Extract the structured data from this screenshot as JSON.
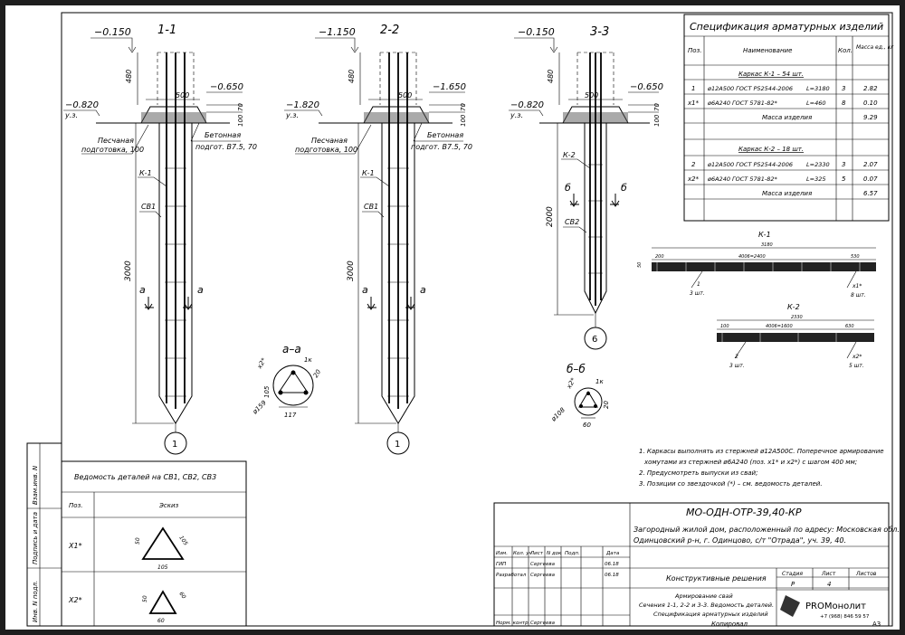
{
  "sections": [
    {
      "title": "1-1",
      "top": "−0.150",
      "ground": "−0.820",
      "ground_sub": "у.з.",
      "right": "−0.650",
      "cap_width": "500",
      "upper": "480",
      "dim_70": "70",
      "dim_100": "100",
      "main": "3000",
      "frame_label": "К-1",
      "pile_label": "СВ1",
      "cut": "а",
      "marker": "1",
      "label_left1": "Песчаная",
      "label_left2": "подготовка, 100",
      "label_right1": "Бетонная",
      "label_right2": "подгот. В7.5, 70"
    },
    {
      "title": "2-2",
      "top": "−1.150",
      "ground": "−1.820",
      "ground_sub": "у.з.",
      "right": "−1.650",
      "cap_width": "500",
      "upper": "480",
      "dim_70": "70",
      "dim_100": "100",
      "main": "3000",
      "frame_label": "К-1",
      "pile_label": "СВ1",
      "cut": "а",
      "marker": "1",
      "label_left1": "Песчаная",
      "label_left2": "подготовка, 100",
      "label_right1": "Бетонная",
      "label_right2": "подгот. В7.5, 70"
    },
    {
      "title": "3-3",
      "top": "−0.150",
      "ground": "−0.820",
      "ground_sub": "у.з.",
      "right": "−0.650",
      "cap_width": "500",
      "upper": "480",
      "dim_70": "70",
      "dim_100": "100",
      "main": "2000",
      "frame_label": "К-2",
      "pile_label": "СВ2",
      "cut": "б",
      "marker": "6"
    }
  ],
  "cross_sections": [
    {
      "title": "а–а",
      "d1": "х2*",
      "d2": "1к",
      "d3": "20",
      "d4": "105",
      "d5": "117",
      "d6": "ø159"
    },
    {
      "title": "б–б",
      "d1": "х2*",
      "d2": "1к",
      "d3": "20",
      "d4": "60",
      "d5": "ø108"
    }
  ],
  "spec": {
    "title": "Спецификация арматурных изделий",
    "headers": [
      "Поз.",
      "Наименование",
      "Кол.",
      "Масса ед., кг"
    ],
    "group1": "Каркас К-1 – 54 шт.",
    "rows1": [
      [
        "1",
        "ø12А500 ГОСТ Р52544-2006",
        "L=3180",
        "3",
        "2.82"
      ],
      [
        "х1*",
        "ø6А240 ГОСТ 5781-82*",
        "L=460",
        "8",
        "0.10"
      ]
    ],
    "mass_label": "Масса изделия",
    "mass1": "9.29",
    "group2": "Каркас К-2 – 18 шт.",
    "rows2": [
      [
        "2",
        "ø12А500 ГОСТ Р52544-2006",
        "L=2330",
        "3",
        "2.07"
      ],
      [
        "х2*",
        "ø6А240 ГОСТ 5781-82*",
        "L=325",
        "5",
        "0.07"
      ]
    ],
    "mass2": "6.57"
  },
  "frames": [
    {
      "title": "К-1",
      "total": "3180",
      "left": "200",
      "mid": "4006=2400",
      "right": "530",
      "tag_a": "1",
      "tag_a_sub": "3 шт.",
      "tag_b": "х1*",
      "tag_b_sub": "8 шт.",
      "side": "50"
    },
    {
      "title": "К-2",
      "total": "2330",
      "left": "100",
      "mid": "4006=1600",
      "right": "630",
      "tag_a": "2",
      "tag_a_sub": "3 шт.",
      "tag_b": "х2*",
      "tag_b_sub": "5 шт."
    }
  ],
  "notes": [
    "1. Каркасы выполнять из стержней ø12А500С. Поперечное армирование",
    "хомутами из стержней ø6А240 (поз. х1* и х2*) с шагом 400 мм;",
    "2. Предусмотреть выпуски из свай;",
    "3. Позиции со звездочкой (*) – см. ведомость деталей."
  ],
  "details": {
    "title": "Ведомость деталей на СВ1, СВ2, СВ3",
    "col_pos": "Поз.",
    "col_sketch": "Эскиз",
    "rows": [
      {
        "pos": "Х1*",
        "a": "50",
        "b": "105",
        "c": "105"
      },
      {
        "pos": "Х2*",
        "a": "50",
        "b": "60",
        "c": "60"
      }
    ]
  },
  "side_stamp": [
    "Взам.инв. N",
    "Подпись и дата",
    "Инв. N подл."
  ],
  "title_block": {
    "code": "МО-ОДН-ОТР-39,40-КР",
    "object": [
      "Загородный жилой дом, расположенный по адресу: Московская обл.",
      "Одинцовский р-н, г. Одинцово, с/т \"Отрада\", уч. 39, 40."
    ],
    "sign_headers": [
      "Изм.",
      "Кол. уч",
      "Лист",
      "N док",
      "Подп.",
      "Дата"
    ],
    "sign_rows": [
      [
        "ГИП",
        "Сергеева",
        "06.18"
      ],
      [
        "Разработал",
        "Сергеева",
        "06.18"
      ],
      [
        "",
        "",
        ""
      ],
      [
        "",
        "",
        ""
      ],
      [
        "",
        "",
        ""
      ],
      [
        "Норм. контр.",
        "Сергеева",
        ""
      ]
    ],
    "section_name": "Конструктивные решения",
    "stage_headers": [
      "Стадия",
      "Лист",
      "Листов"
    ],
    "stage_values": [
      "Р",
      "4",
      ""
    ],
    "sheet_name": [
      "Армирование свай",
      "Сечения 1-1, 2-2 и 3-3. Ведомость деталей.",
      "Спецификация арматурных изделий"
    ],
    "company": "PROМонолит",
    "phone": "+7 (968) 846 59 57",
    "copied": "Копировал",
    "format": "А3"
  }
}
